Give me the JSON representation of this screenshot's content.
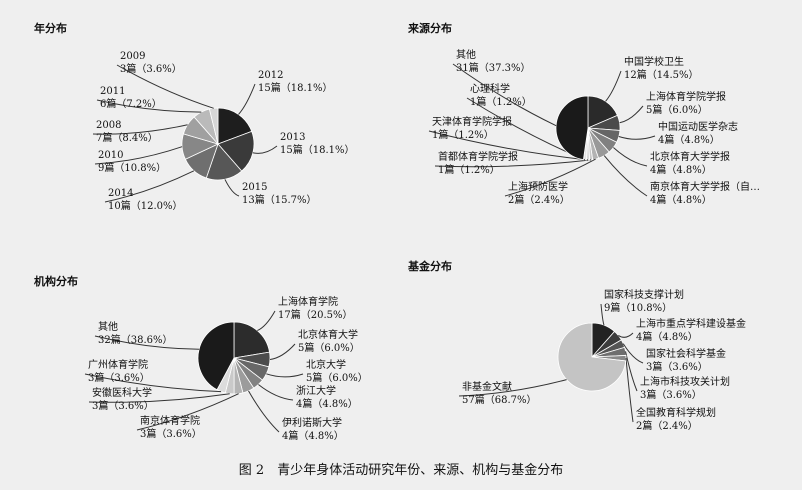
{
  "caption": "图 2　青少年身体活动研究年份、来源、机构与基金分布",
  "chart_data": [
    {
      "type": "pie",
      "title": "年分布",
      "slices": [
        {
          "line1": "2012",
          "line2": "15篇（18.1%）",
          "value": 18.1,
          "color": "#1e1e1e"
        },
        {
          "line1": "2013",
          "line2": "15篇（18.1%）",
          "value": 18.1,
          "color": "#3a3a3a"
        },
        {
          "line1": "2015",
          "line2": "13篇（15.7%）",
          "value": 15.7,
          "color": "#575757"
        },
        {
          "line1": "2014",
          "line2": "10篇（12.0%）",
          "value": 12.0,
          "color": "#6f6f6f"
        },
        {
          "line1": "2010",
          "line2": "9篇（10.8%）",
          "value": 10.8,
          "color": "#878787"
        },
        {
          "line1": "2008",
          "line2": "7篇（8.4%）",
          "value": 8.4,
          "color": "#a0a0a0"
        },
        {
          "line1": "2011",
          "line2": "6篇（7.2%）",
          "value": 7.2,
          "color": "#bababa"
        },
        {
          "line1": "2009",
          "line2": "3篇（3.6%）",
          "value": 3.6,
          "color": "#d6d6d6"
        }
      ]
    },
    {
      "type": "pie",
      "title": "来源分布",
      "slices": [
        {
          "line1": "中国学校卫生",
          "line2": "12篇（14.5%）",
          "value": 14.5,
          "color": "#2a2a2a"
        },
        {
          "line1": "上海体育学院学报",
          "line2": "5篇（6.0%）",
          "value": 6.0,
          "color": "#4a4a4a"
        },
        {
          "line1": "中国运动医学杂志",
          "line2": "4篇（4.8%）",
          "value": 4.8,
          "color": "#666666"
        },
        {
          "line1": "北京体育大学学报",
          "line2": "4篇（4.8%）",
          "value": 4.8,
          "color": "#808080"
        },
        {
          "line1": "南京体育大学学报（自…",
          "line2": "4篇（4.8%）",
          "value": 4.8,
          "color": "#999999"
        },
        {
          "line1": "上海预防医学",
          "line2": "2篇（2.4%）",
          "value": 2.4,
          "color": "#b3b3b3"
        },
        {
          "line1": "首都体育学院学报",
          "line2": "1篇（1.2%）",
          "value": 1.2,
          "color": "#c8c8c8"
        },
        {
          "line1": "天津体育学院学报",
          "line2": "1篇（1.2%）",
          "value": 1.2,
          "color": "#d8d8d8"
        },
        {
          "line1": "心理科学",
          "line2": "1篇（1.2%）",
          "value": 1.2,
          "color": "#e4e4e4"
        },
        {
          "line1": "其他",
          "line2": "31篇（37.3%）",
          "value": 37.3,
          "color": "#1a1a1a"
        }
      ]
    },
    {
      "type": "pie",
      "title": "机构分布",
      "slices": [
        {
          "line1": "上海体育学院",
          "line2": "17篇（20.5%）",
          "value": 20.5,
          "color": "#2c2c2c"
        },
        {
          "line1": "北京体育大学",
          "line2": "5篇（6.0%）",
          "value": 6.0,
          "color": "#4c4c4c"
        },
        {
          "line1": "北京大学",
          "line2": "5篇（6.0%）",
          "value": 6.0,
          "color": "#686868"
        },
        {
          "line1": "浙江大学",
          "line2": "4篇（4.8%）",
          "value": 4.8,
          "color": "#828282"
        },
        {
          "line1": "伊利诺斯大学",
          "line2": "4篇（4.8%）",
          "value": 4.8,
          "color": "#9c9c9c"
        },
        {
          "line1": "南京体育学院",
          "line2": "3篇（3.6%）",
          "value": 3.6,
          "color": "#b4b4b4"
        },
        {
          "line1": "安徽医科大学",
          "line2": "3篇（3.6%）",
          "value": 3.6,
          "color": "#c9c9c9"
        },
        {
          "line1": "广州体育学院",
          "line2": "3篇（3.6%）",
          "value": 3.6,
          "color": "#dcdcdc"
        },
        {
          "line1": "其他",
          "line2": "32篇（38.6%）",
          "value": 38.6,
          "color": "#1a1a1a"
        }
      ]
    },
    {
      "type": "pie",
      "title": "基金分布",
      "slices": [
        {
          "line1": "国家科技支撑计划",
          "line2": "9篇（10.8%）",
          "value": 10.8,
          "color": "#222222"
        },
        {
          "line1": "上海市重点学科建设基金",
          "line2": "4篇（4.8%）",
          "value": 4.8,
          "color": "#3c3c3c"
        },
        {
          "line1": "国家社会科学基金",
          "line2": "3篇（3.6%）",
          "value": 3.6,
          "color": "#555555"
        },
        {
          "line1": "上海市科技攻关计划",
          "line2": "3篇（3.6%）",
          "value": 3.6,
          "color": "#6e6e6e"
        },
        {
          "line1": "全国教育科学规划",
          "line2": "2篇（2.4%）",
          "value": 2.4,
          "color": "#888888"
        },
        {
          "line1": "非基金文献",
          "line2": "57篇（68.7%）",
          "value": 68.7,
          "color": "#c4c4c4"
        }
      ]
    }
  ]
}
